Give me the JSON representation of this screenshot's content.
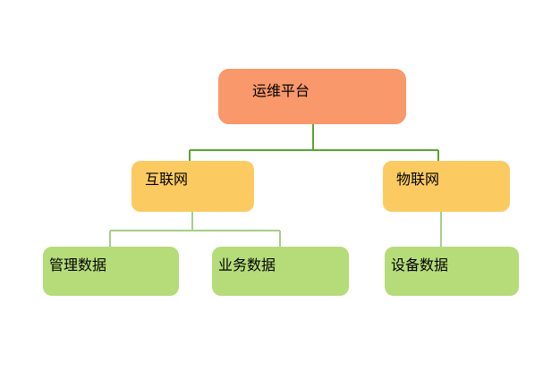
{
  "diagram": {
    "type": "tree",
    "direction": "top-down",
    "levels": 3
  },
  "nodes": {
    "root": {
      "label": "运维平台",
      "level": 1
    },
    "internet": {
      "label": "互联网",
      "level": 2,
      "parent": "运维平台"
    },
    "iot": {
      "label": "物联网",
      "level": 2,
      "parent": "运维平台"
    },
    "mgmt": {
      "label": "管理数据",
      "level": 3,
      "parent": "互联网"
    },
    "business": {
      "label": "业务数据",
      "level": 3,
      "parent": "互联网"
    },
    "device": {
      "label": "设备数据",
      "level": 3,
      "parent": "物联网"
    }
  },
  "edges": [
    {
      "from": "运维平台",
      "to": "互联网"
    },
    {
      "from": "运维平台",
      "to": "物联网"
    },
    {
      "from": "互联网",
      "to": "管理数据"
    },
    {
      "from": "互联网",
      "to": "业务数据"
    },
    {
      "from": "物联网",
      "to": "设备数据"
    }
  ],
  "colors": {
    "root_fill": "#F8986B",
    "level2_fill": "#FBCB62",
    "level3_fill": "#B5DC79",
    "connector_dark": "#57A433",
    "connector_light": "#A6CF89",
    "text": "#000000",
    "background": "#FFFFFF"
  }
}
